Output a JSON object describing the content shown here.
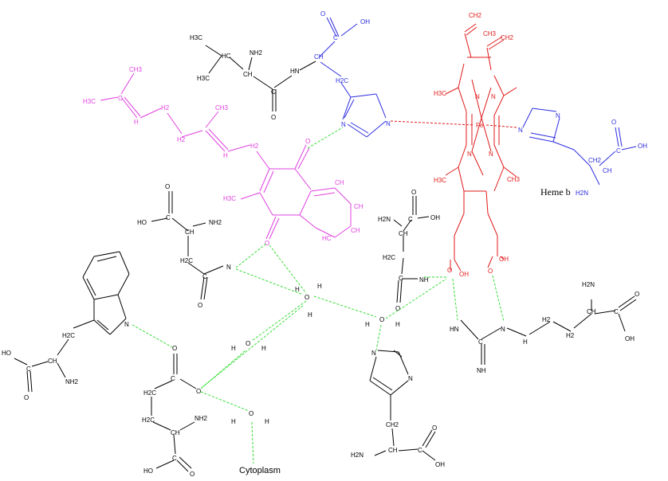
{
  "labels": {
    "heme": "Heme b",
    "cytoplasm": "Cytoplasm",
    "iron": "Fe"
  },
  "atoms": {
    "oh": "OH",
    "ho": "HO",
    "nh2": "NH2",
    "h2n": "H2N",
    "hn": "HN",
    "nh": "NH",
    "n": "N",
    "o": "O",
    "ch": "CH",
    "hc": "HC",
    "ch2": "CH2",
    "h2c": "H2C",
    "c": "C",
    "h": "H",
    "ch3": "CH3",
    "h3c": "H3C",
    "h2": "H2",
    "ch3c": "CH3"
  },
  "colors": {
    "protein_residue": "#000000",
    "histidine": "#2c2ce0",
    "menaquinone": "#e040e0",
    "heme": "#e01818",
    "hydrogen_bond": "#33dd33"
  }
}
